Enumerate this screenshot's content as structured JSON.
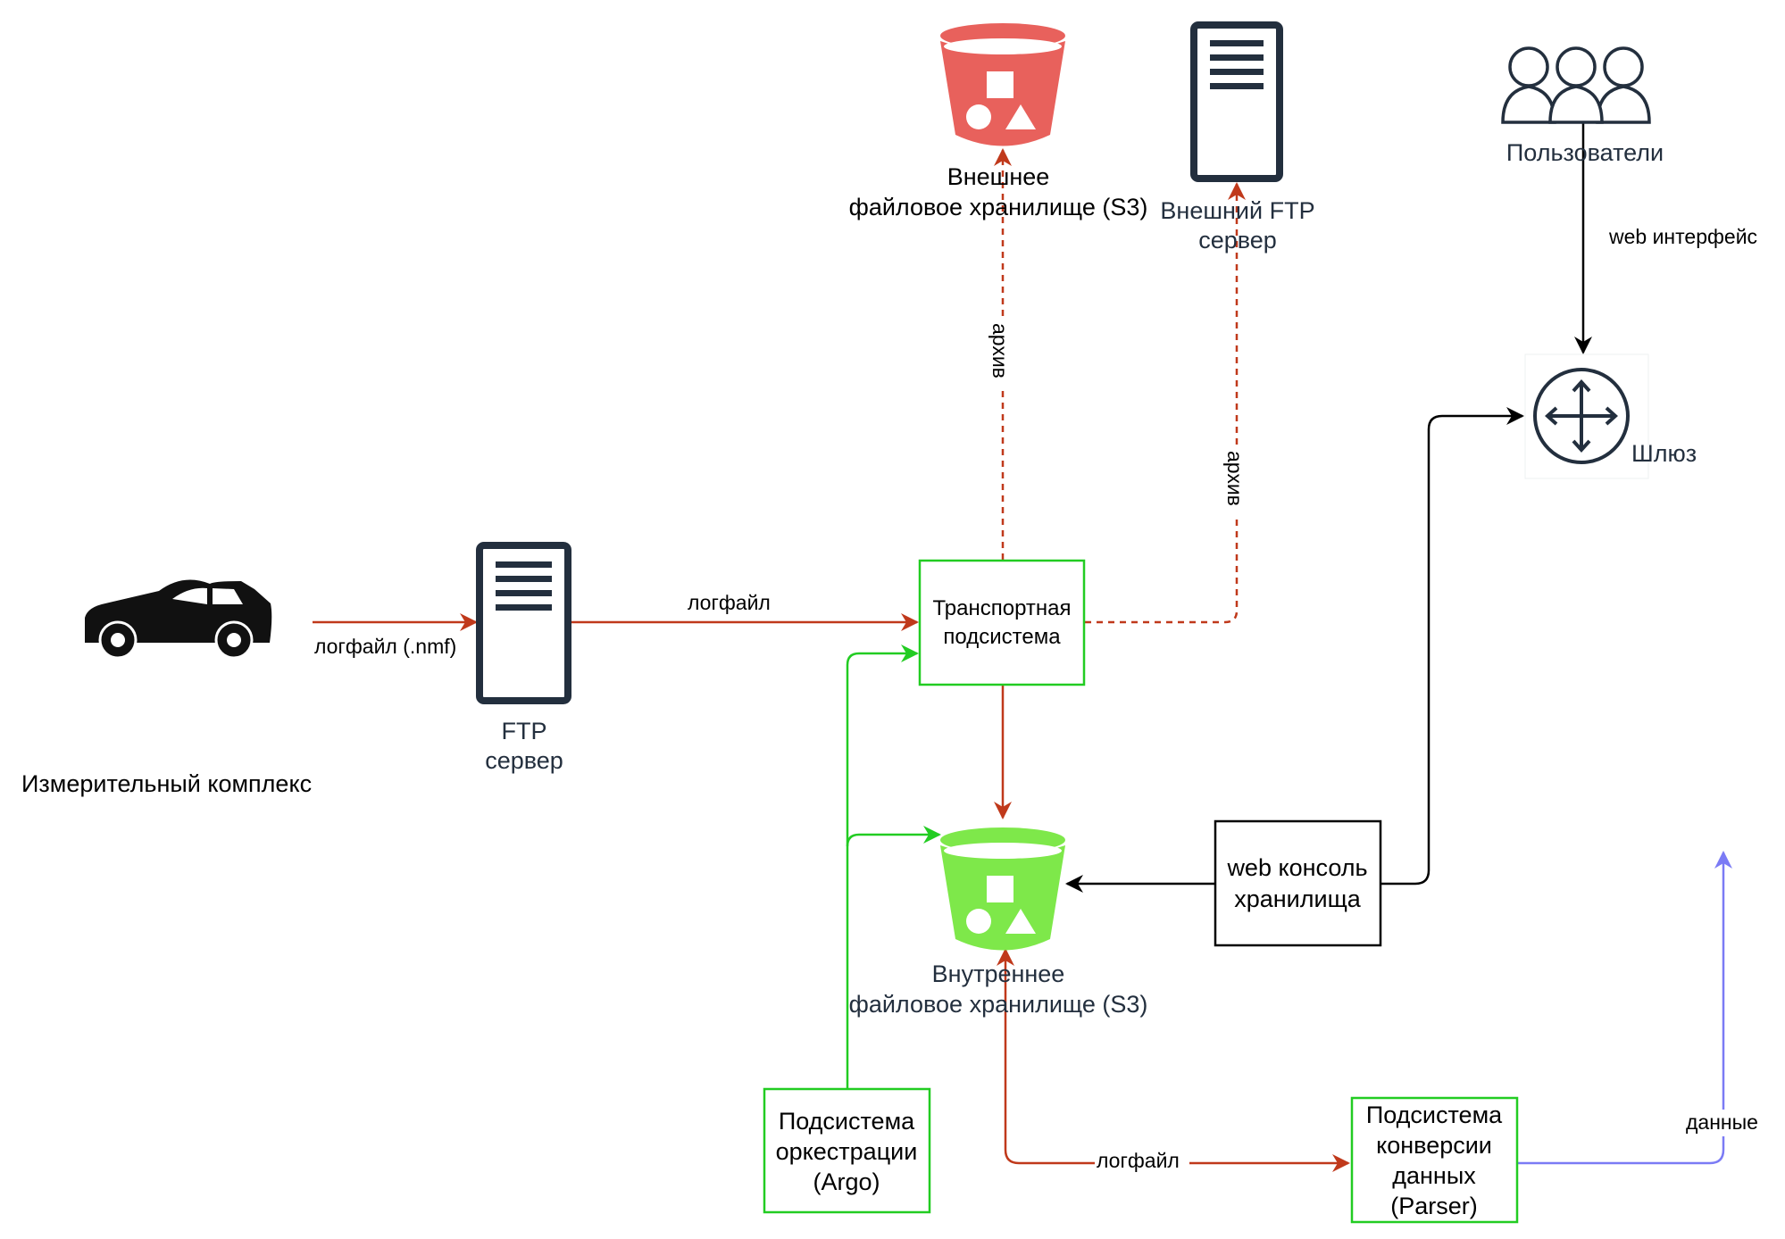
{
  "nodes": {
    "car": {
      "label": "Измерительный комплекс"
    },
    "ftp": {
      "label_line1": "FTP",
      "label_line2": "сервер"
    },
    "transport": {
      "label_line1": "Транспортная",
      "label_line2": "подсистема"
    },
    "ext_s3": {
      "label_line1": "Внешнее",
      "label_line2": "файловое хранилище (S3)"
    },
    "ext_ftp": {
      "label_line1": "Внешний FTP",
      "label_line2": "сервер"
    },
    "users": {
      "label": "Пользователи"
    },
    "gateway": {
      "label": "Шлюз"
    },
    "int_s3": {
      "label_line1": "Внутреннее",
      "label_line2": "файловое хранилище (S3)"
    },
    "web_console": {
      "label_line1": "web консоль",
      "label_line2": "хранилища"
    },
    "orchestration": {
      "label_line1": "Подсистема",
      "label_line2": "оркестрации",
      "label_line3": "(Argo)"
    },
    "parser": {
      "label_line1": "Подсистема",
      "label_line2": "конверсии",
      "label_line3": "данных",
      "label_line4": "(Parser)"
    }
  },
  "edges": {
    "car_ftp": "логфайл (.nmf)",
    "ftp_transport": "логфайл",
    "transport_ext_s3": "архив",
    "transport_ext_ftp": "архив",
    "users_gateway": "web интерфейс",
    "int_s3_parser": "логфайл",
    "parser_out": "данные"
  },
  "colors": {
    "red_flow": "#c0391b",
    "green_flow": "#22cc22",
    "blue_flow": "#7b7bf5",
    "ext_bucket": "#e8615c",
    "int_bucket": "#7ee84a",
    "icon_dark": "#232f3e"
  }
}
